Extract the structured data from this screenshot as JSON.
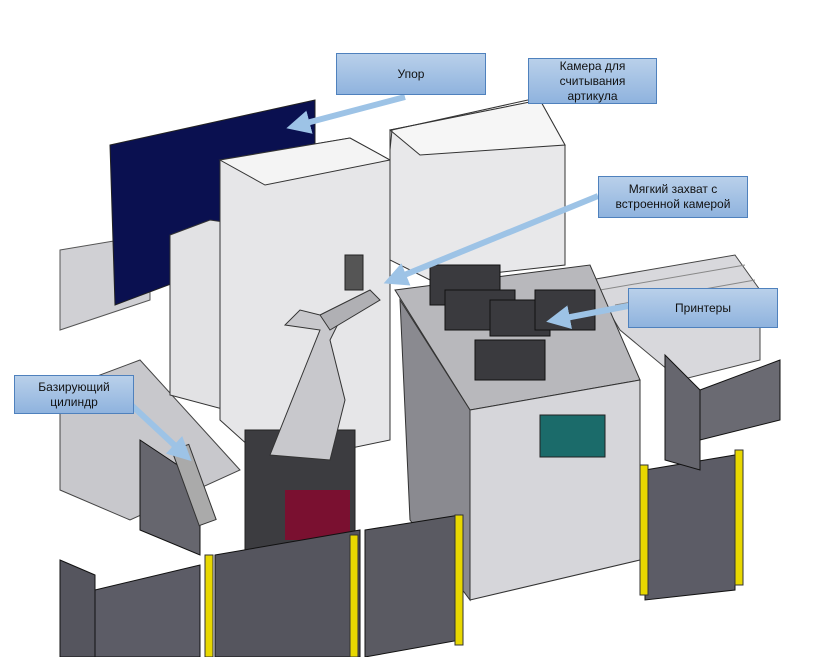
{
  "callouts": {
    "stop": "Упор",
    "camera": "Камера для считывания артикула",
    "gripper": "Мягкий захват с встроенной камерой",
    "printers": "Принтеры",
    "cylinder": "Базирующий цилиндр"
  },
  "colors": {
    "callout_fill": "#a6c3e6",
    "callout_border": "#4f81bd",
    "arrow": "#9dc3e6",
    "stop_panel": "#0a1050",
    "fence": "#5c5c66",
    "post": "#e8d800"
  }
}
